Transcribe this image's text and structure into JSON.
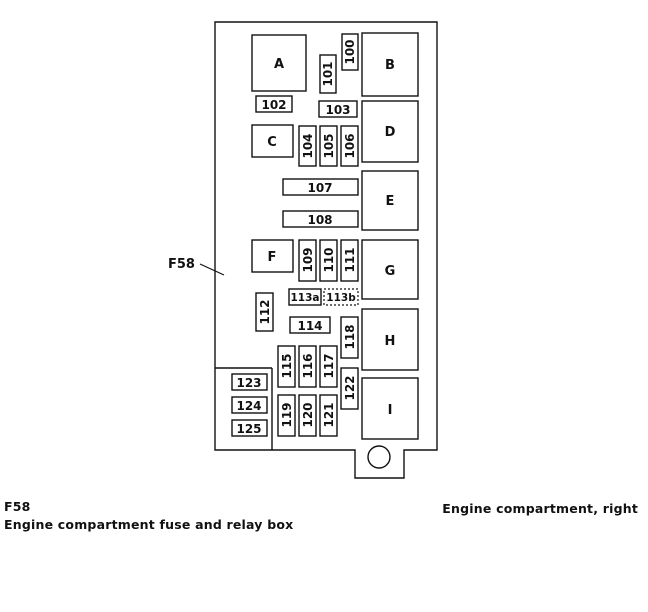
{
  "callout_label": "F58",
  "relays": [
    {
      "id": "A",
      "label": "A"
    },
    {
      "id": "B",
      "label": "B"
    },
    {
      "id": "C",
      "label": "C"
    },
    {
      "id": "D",
      "label": "D"
    },
    {
      "id": "E",
      "label": "E"
    },
    {
      "id": "F",
      "label": "F"
    },
    {
      "id": "G",
      "label": "G"
    },
    {
      "id": "H",
      "label": "H"
    },
    {
      "id": "I",
      "label": "I"
    }
  ],
  "fuses": [
    {
      "id": "100",
      "label": "100"
    },
    {
      "id": "101",
      "label": "101"
    },
    {
      "id": "102",
      "label": "102"
    },
    {
      "id": "103",
      "label": "103"
    },
    {
      "id": "104",
      "label": "104"
    },
    {
      "id": "105",
      "label": "105"
    },
    {
      "id": "106",
      "label": "106"
    },
    {
      "id": "107",
      "label": "107"
    },
    {
      "id": "108",
      "label": "108"
    },
    {
      "id": "109",
      "label": "109"
    },
    {
      "id": "110",
      "label": "110"
    },
    {
      "id": "111",
      "label": "111"
    },
    {
      "id": "112",
      "label": "112"
    },
    {
      "id": "113a",
      "label": "113a"
    },
    {
      "id": "113b",
      "label": "113b"
    },
    {
      "id": "114",
      "label": "114"
    },
    {
      "id": "115",
      "label": "115"
    },
    {
      "id": "116",
      "label": "116"
    },
    {
      "id": "117",
      "label": "117"
    },
    {
      "id": "118",
      "label": "118"
    },
    {
      "id": "119",
      "label": "119"
    },
    {
      "id": "120",
      "label": "120"
    },
    {
      "id": "121",
      "label": "121"
    },
    {
      "id": "122",
      "label": "122"
    },
    {
      "id": "123",
      "label": "123"
    },
    {
      "id": "124",
      "label": "124"
    },
    {
      "id": "125",
      "label": "125"
    }
  ],
  "caption": {
    "code": "F58",
    "description": "Engine compartment fuse and relay box",
    "location": "Engine compartment, right"
  }
}
